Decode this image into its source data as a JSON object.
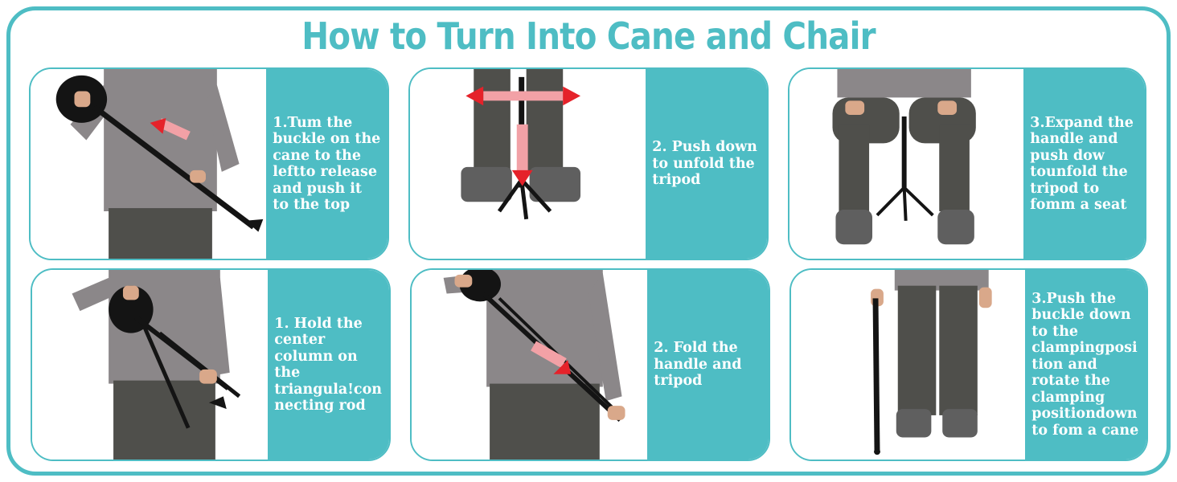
{
  "title": "How to Turn Into Cane and Chair",
  "colors": {
    "accent": "#4ebdc4",
    "shirt": "#8b8789",
    "pants": "#4f4f4b",
    "shoes": "#5f5f5f",
    "device": "#141414",
    "arrow": "#e5222a"
  },
  "steps": [
    {
      "text": "1.Tum the buckle on the cane to the leftto release and push it to the top",
      "icon": "person-holding-cane-photo"
    },
    {
      "text": "2. Push down to unfold the tripod",
      "icon": "tripod-unfold-photo"
    },
    {
      "text": "3.Expand the handle and push dow tounfold the tripod to fomm a seat",
      "icon": "person-sitting-on-seat-photo"
    },
    {
      "text": "1. Hold the center column on the triangula!connecting rod",
      "icon": "person-holding-center-column-photo"
    },
    {
      "text": "2. Fold the handle and tripod",
      "icon": "person-folding-tripod-photo"
    },
    {
      "text": "3.Push the buckle down to the clampingposition and rotate the clamping positiondown to fom a cane",
      "icon": "person-standing-with-cane-photo"
    }
  ]
}
